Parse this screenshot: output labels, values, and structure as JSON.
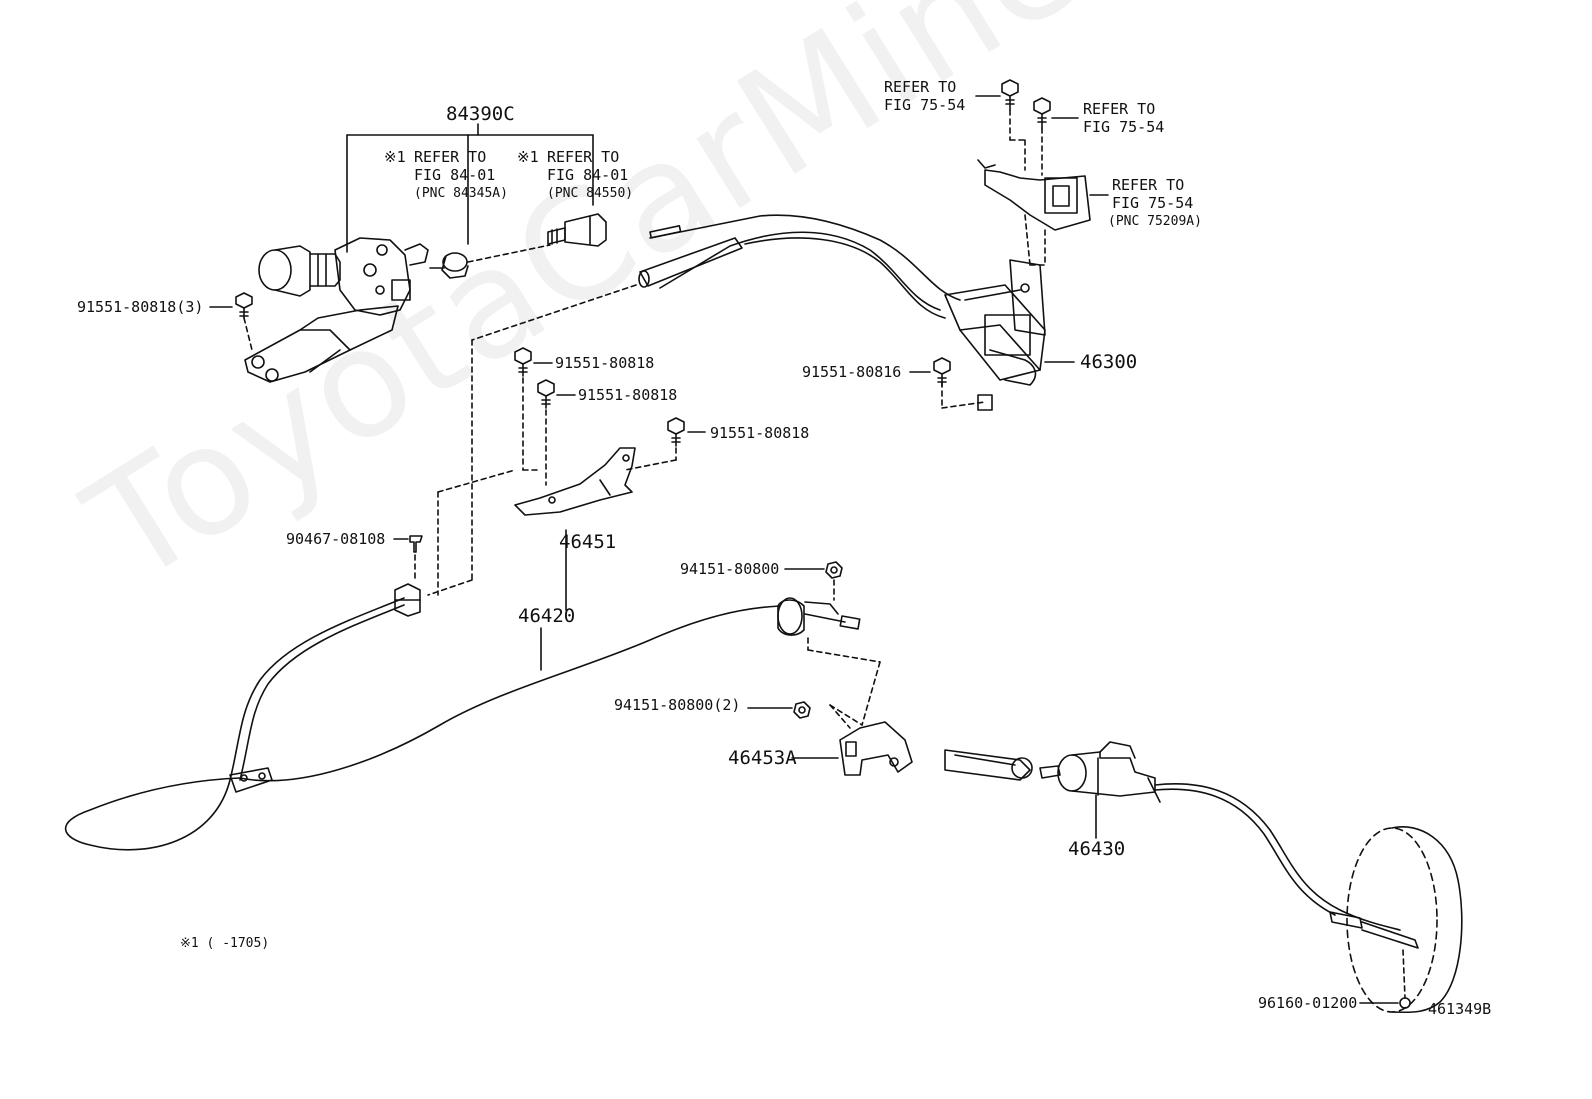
{
  "watermark": "ToyotaCarMine.ru",
  "figure_id": "461349B",
  "footnote": "※1 (    -1705)",
  "assembly": {
    "label": "84390C",
    "refer1": {
      "mark": "※1",
      "line1": "REFER TO",
      "line2": "FIG 84-01",
      "line3": "(PNC 84345A)"
    },
    "refer2": {
      "mark": "※1",
      "line1": "REFER TO",
      "line2": "FIG 84-01",
      "line3": "(PNC 84550)"
    }
  },
  "refers_top": {
    "a": {
      "line1": "REFER TO",
      "line2": "FIG 75-54"
    },
    "b": {
      "line1": "REFER TO",
      "line2": "FIG 75-54"
    },
    "c": {
      "line1": "REFER TO",
      "line2": "FIG 75-54",
      "line3": "(PNC 75209A)"
    }
  },
  "parts": {
    "p1": "91551-80818(3)",
    "p2": "91551-80818",
    "p3": "91551-80818",
    "p4": "91551-80818",
    "p5": "91551-80816",
    "p6": "46300",
    "p7": "46451",
    "p8": "90467-08108",
    "p9": "94151-80800",
    "p10": "46420",
    "p11": "94151-80800(2)",
    "p12": "46453A",
    "p13": "46430",
    "p14": "96160-01200"
  }
}
